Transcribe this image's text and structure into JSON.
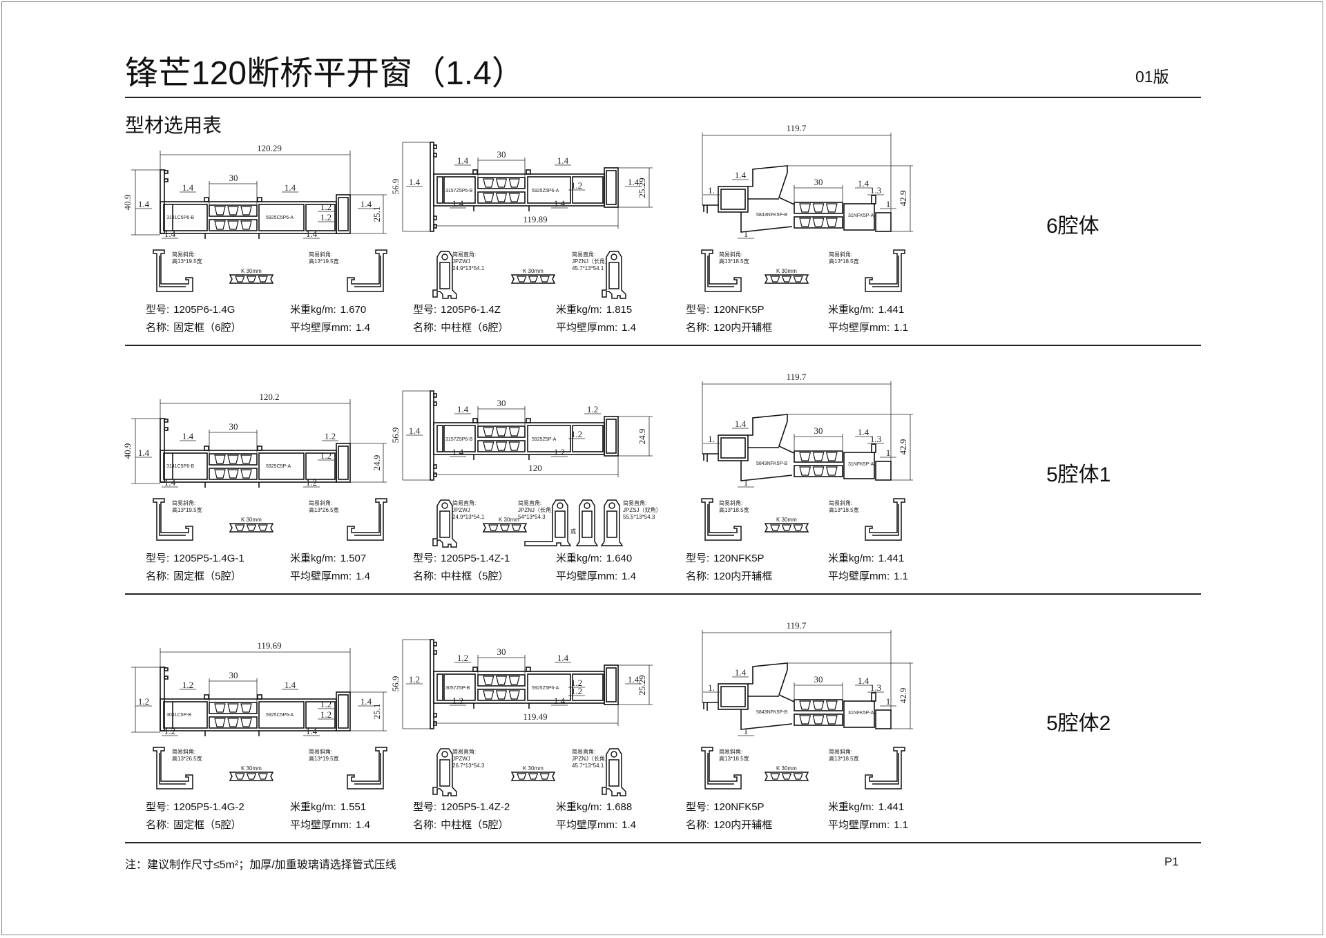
{
  "header": {
    "title": "锋芒120断桥平开窗（1.4）",
    "edition": "01版",
    "subtitle": "型材选用表"
  },
  "footer": {
    "note": "注：建议制作尺寸≤5m²；加厚/加重玻璃请选择管式压线",
    "page": "P1"
  },
  "rows": [
    {
      "label": "6腔体",
      "cells": [
        {
          "type": "frame",
          "dims": [
            {
              "slot": "overall",
              "value": "120.29"
            },
            {
              "slot": "height",
              "value": "40.9"
            },
            {
              "slot": "gap",
              "value": "30"
            },
            {
              "slot": "left",
              "value": "1.4"
            },
            {
              "slot": "top-left",
              "value": "1.4"
            },
            {
              "slot": "bottom-left",
              "value": "1.4"
            },
            {
              "slot": "top-mid",
              "value": "1.4"
            },
            {
              "slot": "inner1",
              "value": "1.2"
            },
            {
              "slot": "inner2",
              "value": "1.2"
            },
            {
              "slot": "bottom-mid",
              "value": "1.4"
            },
            {
              "slot": "right",
              "value": "1.4"
            },
            {
              "slot": "right-height",
              "value": "25.1"
            }
          ],
          "codes": [
            "3141C5P6-B",
            "5925C5P6-A"
          ],
          "corners": [
            {
              "shape": "bevel-left",
              "lines": [
                "简易斜角:",
                "高13*19.5宽"
              ]
            },
            {
              "shape": "k-strip",
              "lines": [
                "K 30mm"
              ]
            },
            {
              "shape": "bevel-right",
              "lines": [
                "简易斜角:",
                "高13*19.5宽"
              ]
            }
          ],
          "spec": {
            "model_label": "型号:",
            "model": "1205P6-1.4G",
            "weight_label": "米重kg/m:",
            "weight": "1.670",
            "name_label": "名称:",
            "name": "固定框（6腔）",
            "thick_label": "平均壁厚mm:",
            "thick": "1.4"
          }
        },
        {
          "type": "mullion",
          "dims": [
            {
              "slot": "overall",
              "value": "119.89"
            },
            {
              "slot": "height",
              "value": "56.9"
            },
            {
              "slot": "gap",
              "value": "30"
            },
            {
              "slot": "left",
              "value": "1.4"
            },
            {
              "slot": "top-left",
              "value": "1.4"
            },
            {
              "slot": "bottom-left",
              "value": "1.4"
            },
            {
              "slot": "top-mid",
              "value": "1.4"
            },
            {
              "slot": "inner1",
              "value": "1.2"
            },
            {
              "slot": "bottom-mid",
              "value": "1.4"
            },
            {
              "slot": "right",
              "value": "1.4"
            },
            {
              "slot": "right-height",
              "value": "25.29"
            }
          ],
          "codes": [
            "3157Z5P6-B",
            "5925Z5P6-A"
          ],
          "corners": [
            {
              "shape": "right-angle",
              "lines": [
                "简易直角:",
                "JPZWJ",
                "24.9*13*54.1"
              ]
            },
            {
              "shape": "k-strip",
              "lines": [
                "K 30mm"
              ]
            },
            {
              "shape": "right-angle-r",
              "lines": [
                "简易直角:",
                "JPZNJ（长角）",
                "45.7*13*54.1"
              ]
            }
          ],
          "spec": {
            "model_label": "型号:",
            "model": "1205P6-1.4Z",
            "weight_label": "米重kg/m:",
            "weight": "1.815",
            "name_label": "名称:",
            "name": "中柱框（6腔）",
            "thick_label": "平均壁厚mm:",
            "thick": "1.4"
          }
        },
        {
          "type": "sash",
          "dims": [
            {
              "slot": "overall",
              "value": "119.7"
            },
            {
              "slot": "right-height",
              "value": "42.9"
            },
            {
              "slot": "gap",
              "value": "30"
            },
            {
              "slot": "left",
              "value": "1."
            },
            {
              "slot": "top-left",
              "value": "1.4"
            },
            {
              "slot": "top-mid",
              "value": "1.4"
            },
            {
              "slot": "inner1",
              "value": "1.3"
            },
            {
              "slot": "inner2",
              "value": "1"
            },
            {
              "slot": "bottom-left",
              "value": "1"
            }
          ],
          "codes": [
            "5843NFK5P-B",
            "31NFK5P-A"
          ],
          "corners": [
            {
              "shape": "bevel-left",
              "lines": [
                "简易斜角:",
                "高13*18.5宽"
              ]
            },
            {
              "shape": "k-strip",
              "lines": [
                "K 30mm"
              ]
            },
            {
              "shape": "bevel-right",
              "lines": [
                "简易斜角:",
                "高13*18.5宽"
              ]
            }
          ],
          "spec": {
            "model_label": "型号:",
            "model": "120NFK5P",
            "weight_label": "米重kg/m:",
            "weight": "1.441",
            "name_label": "名称:",
            "name": "120内开辅框",
            "thick_label": "平均壁厚mm:",
            "thick": "1.1"
          }
        }
      ]
    },
    {
      "label": "5腔体1",
      "cells": [
        {
          "type": "frame",
          "dims": [
            {
              "slot": "overall",
              "value": "120.2"
            },
            {
              "slot": "height",
              "value": "40.9"
            },
            {
              "slot": "gap",
              "value": "30"
            },
            {
              "slot": "left",
              "value": "1.4"
            },
            {
              "slot": "top-left",
              "value": "1.4"
            },
            {
              "slot": "bottom-left",
              "value": "1.4"
            },
            {
              "slot": "top-right",
              "value": "1.2"
            },
            {
              "slot": "inner1",
              "value": "1.2"
            },
            {
              "slot": "bottom-mid",
              "value": "1.2"
            },
            {
              "slot": "right-height",
              "value": "24.9"
            }
          ],
          "codes": [
            "3141C5P6-B",
            "5925C5P-A"
          ],
          "corners": [
            {
              "shape": "bevel-left",
              "lines": [
                "简易斜角:",
                "高13*19.5宽"
              ]
            },
            {
              "shape": "k-strip",
              "lines": [
                "K 30mm"
              ]
            },
            {
              "shape": "bevel-right",
              "lines": [
                "简易斜角:",
                "高13*26.5宽"
              ]
            }
          ],
          "spec": {
            "model_label": "型号:",
            "model": "1205P5-1.4G-1",
            "weight_label": "米重kg/m:",
            "weight": "1.507",
            "name_label": "名称:",
            "name": "固定框（5腔）",
            "thick_label": "平均壁厚mm:",
            "thick": "1.4"
          }
        },
        {
          "type": "mullion",
          "dims": [
            {
              "slot": "overall",
              "value": "120"
            },
            {
              "slot": "height",
              "value": "56.9"
            },
            {
              "slot": "gap",
              "value": "30"
            },
            {
              "slot": "left",
              "value": "1.4"
            },
            {
              "slot": "top-left",
              "value": "1.4"
            },
            {
              "slot": "bottom-left",
              "value": "1.4"
            },
            {
              "slot": "top-right",
              "value": "1.2"
            },
            {
              "slot": "inner1",
              "value": "1.2"
            },
            {
              "slot": "bottom-mid",
              "value": "1.2"
            },
            {
              "slot": "right-height",
              "value": "24.9"
            }
          ],
          "codes": [
            "3157Z5P6-B",
            "5925Z5P-A"
          ],
          "corners": [
            {
              "shape": "right-angle",
              "lines": [
                "简易直角:",
                "JPZWJ",
                "24.9*13*54.1"
              ]
            },
            {
              "shape": "k-strip",
              "lines": [
                "K 30mm"
              ]
            },
            {
              "shape": "right-angle-long",
              "lines": [
                "简易直角:",
                "JPZNJ（长角）",
                "54*13*54.3"
              ]
            },
            {
              "shape": "or",
              "lines": [
                "或"
              ]
            },
            {
              "shape": "right-angle-double",
              "lines": [
                "简易直角:",
                "JPZSJ（双角）",
                "55.5*13*54.3"
              ]
            }
          ],
          "spec": {
            "model_label": "型号:",
            "model": "1205P5-1.4Z-1",
            "weight_label": "米重kg/m:",
            "weight": "1.640",
            "name_label": "名称:",
            "name": "中柱框（5腔）",
            "thick_label": "平均壁厚mm:",
            "thick": "1.4"
          }
        },
        {
          "type": "sash",
          "dims": [
            {
              "slot": "overall",
              "value": "119.7"
            },
            {
              "slot": "right-height",
              "value": "42.9"
            },
            {
              "slot": "gap",
              "value": "30"
            },
            {
              "slot": "left",
              "value": "1."
            },
            {
              "slot": "top-left",
              "value": "1.4"
            },
            {
              "slot": "top-mid",
              "value": "1.4"
            },
            {
              "slot": "inner1",
              "value": "1.3"
            },
            {
              "slot": "inner2",
              "value": "1"
            },
            {
              "slot": "bottom-left",
              "value": "1"
            }
          ],
          "codes": [
            "5843NFK5P-B",
            "31NFK5P-A"
          ],
          "corners": [
            {
              "shape": "bevel-left",
              "lines": [
                "简易斜角:",
                "高13*18.5宽"
              ]
            },
            {
              "shape": "k-strip",
              "lines": [
                "K 30mm"
              ]
            },
            {
              "shape": "bevel-right",
              "lines": [
                "简易斜角:",
                "高13*18.5宽"
              ]
            }
          ],
          "spec": {
            "model_label": "型号:",
            "model": "120NFK5P",
            "weight_label": "米重kg/m:",
            "weight": "1.441",
            "name_label": "名称:",
            "name": "120内开辅框",
            "thick_label": "平均壁厚mm:",
            "thick": "1.1"
          }
        }
      ]
    },
    {
      "label": "5腔体2",
      "cells": [
        {
          "type": "frame",
          "dims": [
            {
              "slot": "overall",
              "value": "119.69"
            },
            {
              "slot": "gap",
              "value": "30"
            },
            {
              "slot": "left",
              "value": "1.2"
            },
            {
              "slot": "top-left",
              "value": "1.2"
            },
            {
              "slot": "bottom-left",
              "value": "1.2"
            },
            {
              "slot": "top-mid",
              "value": "1.4"
            },
            {
              "slot": "inner1",
              "value": "1.2"
            },
            {
              "slot": "inner2",
              "value": "1.2"
            },
            {
              "slot": "bottom-mid",
              "value": "1.4"
            },
            {
              "slot": "right",
              "value": "1.4"
            },
            {
              "slot": "right-height",
              "value": "25.1"
            }
          ],
          "codes": [
            "3041C5P-B",
            "5925C5P6-A"
          ],
          "corners": [
            {
              "shape": "bevel-left",
              "lines": [
                "简易斜角:",
                "高13*26.5宽"
              ]
            },
            {
              "shape": "k-strip",
              "lines": [
                "K 30mm"
              ]
            },
            {
              "shape": "bevel-right",
              "lines": [
                "简易斜角:",
                "高13*19.5宽"
              ]
            }
          ],
          "spec": {
            "model_label": "型号:",
            "model": "1205P5-1.4G-2",
            "weight_label": "米重kg/m:",
            "weight": "1.551",
            "name_label": "名称:",
            "name": "固定框（5腔）",
            "thick_label": "平均壁厚mm:",
            "thick": "1.4"
          }
        },
        {
          "type": "mullion",
          "dims": [
            {
              "slot": "overall",
              "value": "119.49"
            },
            {
              "slot": "height",
              "value": "56.9"
            },
            {
              "slot": "gap",
              "value": "30"
            },
            {
              "slot": "left",
              "value": "1.2"
            },
            {
              "slot": "top-left",
              "value": "1.2"
            },
            {
              "slot": "bottom-left",
              "value": "1.2"
            },
            {
              "slot": "top-mid",
              "value": "1.4"
            },
            {
              "slot": "inner1",
              "value": "1.2"
            },
            {
              "slot": "inner2",
              "value": "1.2"
            },
            {
              "slot": "bottom-mid",
              "value": "1.4"
            },
            {
              "slot": "right",
              "value": "1.4"
            },
            {
              "slot": "right-height",
              "value": "25.29"
            }
          ],
          "codes": [
            "3057Z5P-B",
            "5925Z5P6-A"
          ],
          "corners": [
            {
              "shape": "right-angle",
              "lines": [
                "简易直角:",
                "JPZWJ",
                "26.7*13*54.3"
              ]
            },
            {
              "shape": "k-strip",
              "lines": [
                "K 30mm"
              ]
            },
            {
              "shape": "right-angle-r",
              "lines": [
                "简易直角:",
                "JPZNJ（长角）",
                "45.7*13*54.1"
              ]
            }
          ],
          "spec": {
            "model_label": "型号:",
            "model": "1205P5-1.4Z-2",
            "weight_label": "米重kg/m:",
            "weight": "1.688",
            "name_label": "名称:",
            "name": "中柱框（5腔）",
            "thick_label": "平均壁厚mm:",
            "thick": "1.4"
          }
        },
        {
          "type": "sash",
          "dims": [
            {
              "slot": "overall",
              "value": "119.7"
            },
            {
              "slot": "right-height",
              "value": "42.9"
            },
            {
              "slot": "gap",
              "value": "30"
            },
            {
              "slot": "left",
              "value": "1."
            },
            {
              "slot": "top-left",
              "value": "1.4"
            },
            {
              "slot": "top-mid",
              "value": "1.4"
            },
            {
              "slot": "inner1",
              "value": "1.3"
            },
            {
              "slot": "inner2",
              "value": "1"
            },
            {
              "slot": "bottom-left",
              "value": "1"
            }
          ],
          "codes": [
            "5843NFK5P-B",
            "31NFK5P-A"
          ],
          "corners": [
            {
              "shape": "bevel-left",
              "lines": [
                "简易斜角:",
                "高13*18.5宽"
              ]
            },
            {
              "shape": "k-strip",
              "lines": [
                "K 30mm"
              ]
            },
            {
              "shape": "bevel-right",
              "lines": [
                "简易斜角:",
                "高13*18.5宽"
              ]
            }
          ],
          "spec": {
            "model_label": "型号:",
            "model": "120NFK5P",
            "weight_label": "米重kg/m:",
            "weight": "1.441",
            "name_label": "名称:",
            "name": "120内开辅框",
            "thick_label": "平均壁厚mm:",
            "thick": "1.1"
          }
        }
      ]
    }
  ]
}
